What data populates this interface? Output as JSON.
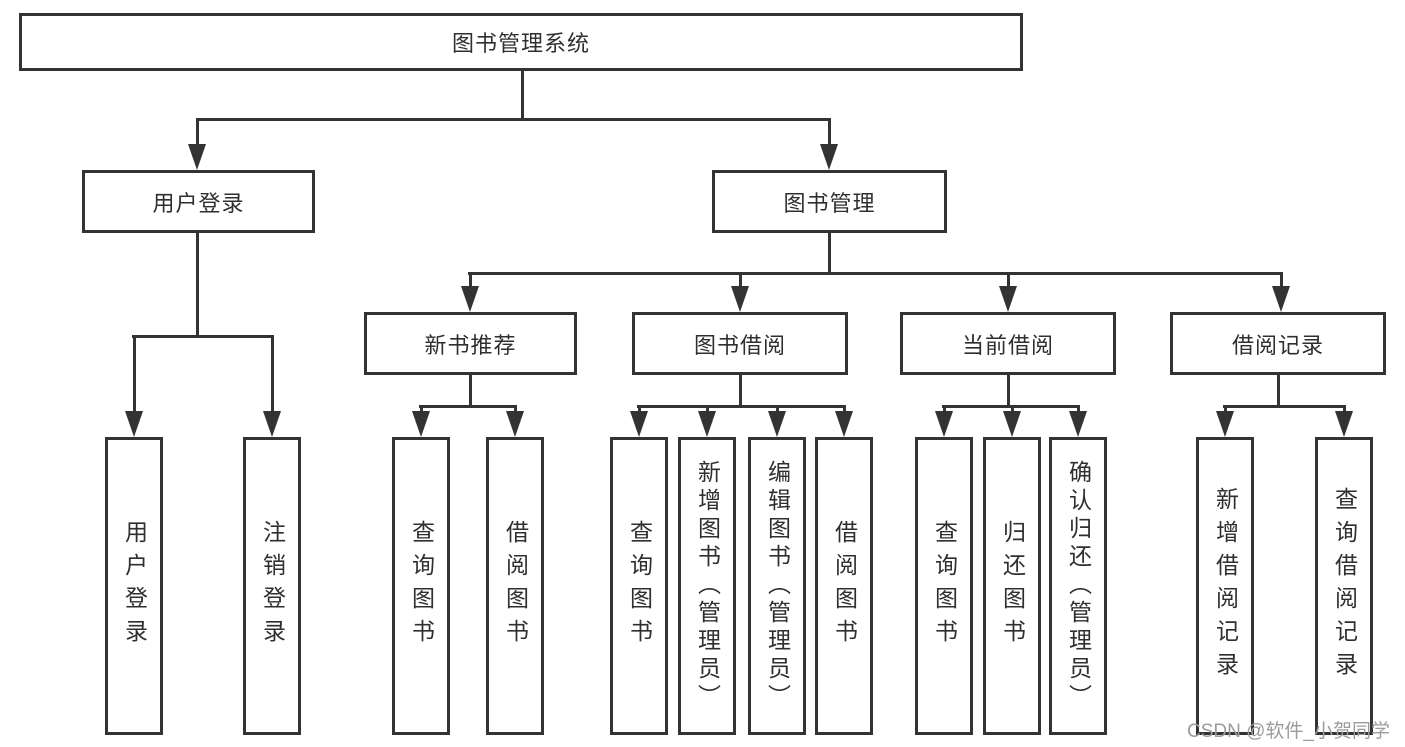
{
  "diagram": {
    "root": {
      "label": "图书管理系统"
    },
    "level1": [
      {
        "label": "用户登录"
      },
      {
        "label": "图书管理"
      }
    ],
    "level2": [
      {
        "label": "新书推荐"
      },
      {
        "label": "图书借阅"
      },
      {
        "label": "当前借阅"
      },
      {
        "label": "借阅记录"
      }
    ],
    "leaves": {
      "user_login": [
        "用户登录",
        "注销登录"
      ],
      "new_book": [
        "查询图书",
        "借阅图书"
      ],
      "book_borrow": [
        "查询图书",
        "新增图书（管理员）",
        "编辑图书（管理员）",
        "借阅图书"
      ],
      "current_borrow": [
        "查询图书",
        "归还图书",
        "确认归还（管理员）"
      ],
      "borrow_record": [
        "新增借阅记录",
        "查询借阅记录"
      ]
    }
  },
  "watermark": "CSDN @软件_小贺同学",
  "colors": {
    "line": "#333333",
    "text": "#2f2f2f",
    "watermark": "#9c9c9c",
    "background": "#ffffff"
  }
}
